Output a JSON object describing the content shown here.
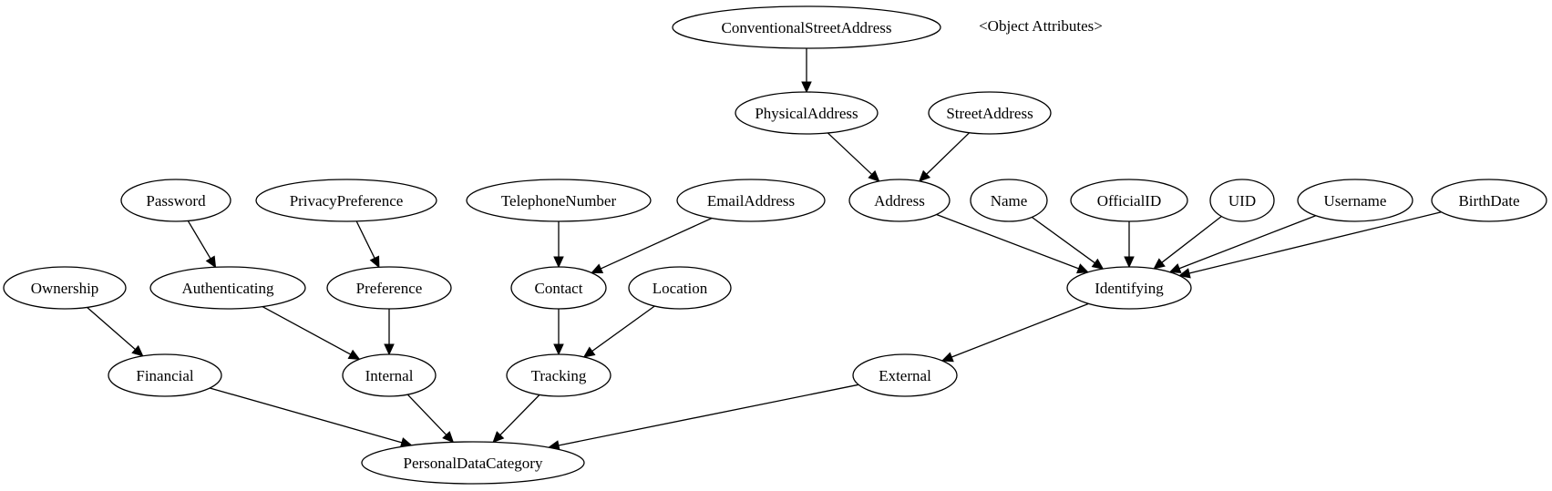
{
  "caption": "<Object Attributes>",
  "nodes": {
    "conventional_street_address": "ConventionalStreetAddress",
    "physical_address": "PhysicalAddress",
    "street_address": "StreetAddress",
    "password": "Password",
    "privacy_preference": "PrivacyPreference",
    "telephone_number": "TelephoneNumber",
    "email_address": "EmailAddress",
    "address": "Address",
    "name": "Name",
    "official_id": "OfficialID",
    "uid": "UID",
    "username": "Username",
    "birth_date": "BirthDate",
    "ownership": "Ownership",
    "authenticating": "Authenticating",
    "preference": "Preference",
    "contact": "Contact",
    "location": "Location",
    "identifying": "Identifying",
    "financial": "Financial",
    "internal": "Internal",
    "tracking": "Tracking",
    "external": "External",
    "personal_data_category": "PersonalDataCategory"
  },
  "edges": [
    [
      "conventional_street_address",
      "physical_address"
    ],
    [
      "physical_address",
      "address"
    ],
    [
      "street_address",
      "address"
    ],
    [
      "password",
      "authenticating"
    ],
    [
      "privacy_preference",
      "preference"
    ],
    [
      "telephone_number",
      "contact"
    ],
    [
      "email_address",
      "contact"
    ],
    [
      "address",
      "identifying"
    ],
    [
      "name",
      "identifying"
    ],
    [
      "official_id",
      "identifying"
    ],
    [
      "uid",
      "identifying"
    ],
    [
      "username",
      "identifying"
    ],
    [
      "birth_date",
      "identifying"
    ],
    [
      "ownership",
      "financial"
    ],
    [
      "authenticating",
      "internal"
    ],
    [
      "preference",
      "internal"
    ],
    [
      "contact",
      "tracking"
    ],
    [
      "location",
      "tracking"
    ],
    [
      "identifying",
      "external"
    ],
    [
      "financial",
      "personal_data_category"
    ],
    [
      "internal",
      "personal_data_category"
    ],
    [
      "tracking",
      "personal_data_category"
    ],
    [
      "external",
      "personal_data_category"
    ]
  ]
}
